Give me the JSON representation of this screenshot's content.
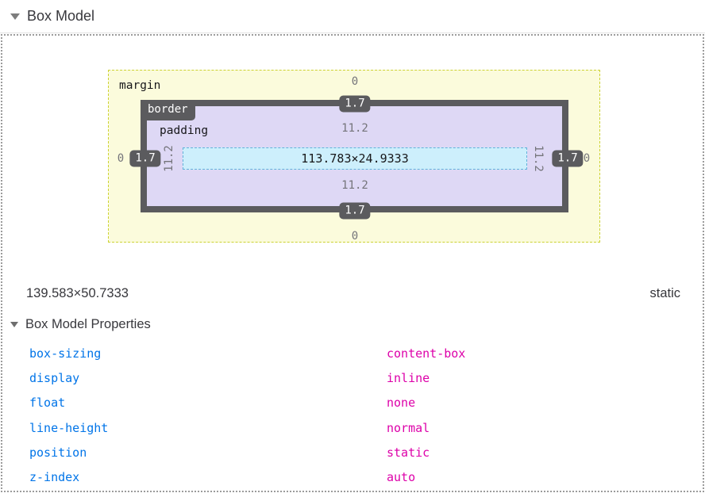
{
  "header": {
    "title": "Box Model"
  },
  "diagram": {
    "margin_label": "margin",
    "border_label": "border",
    "padding_label": "padding",
    "content_size": "113.783×24.9333",
    "values": {
      "margin_top": "0",
      "margin_bottom": "0",
      "margin_left": "0",
      "margin_right": "0",
      "border_top": "1.7",
      "border_bottom": "1.7",
      "border_left": "1.7",
      "border_right": "1.7",
      "padding_top": "11.2",
      "padding_bottom": "11.2",
      "padding_left": "11.2",
      "padding_right": "11.2"
    },
    "colors": {
      "margin_fill": "#fbfbdc",
      "margin_dash": "#ccd233",
      "padding_fill": "#ded8f5",
      "content_fill": "#cdeffc",
      "content_dash": "#62b2da",
      "frame": "#5b5b5e"
    }
  },
  "summary": {
    "element_size": "139.583×50.7333",
    "position": "static"
  },
  "properties_section": {
    "title": "Box Model Properties",
    "name_color": "#0074e8",
    "value_color": "#dd00a9",
    "rows": [
      {
        "name": "box-sizing",
        "value": "content-box"
      },
      {
        "name": "display",
        "value": "inline"
      },
      {
        "name": "float",
        "value": "none"
      },
      {
        "name": "line-height",
        "value": "normal"
      },
      {
        "name": "position",
        "value": "static"
      },
      {
        "name": "z-index",
        "value": "auto"
      }
    ]
  }
}
